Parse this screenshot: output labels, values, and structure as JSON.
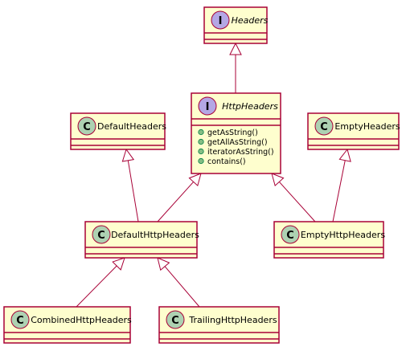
{
  "colors": {
    "box_fill": "#FEFECE",
    "box_border": "#A80036",
    "class_badge": "#ADD1B2",
    "interface_badge": "#B4A7E5",
    "method_dot": "#84BE84",
    "badge_border": "#A80036"
  },
  "classes": [
    {
      "id": "headers",
      "name": "Headers",
      "kind": "interface",
      "badge": "I",
      "methods": []
    },
    {
      "id": "http_headers",
      "name": "HttpHeaders",
      "kind": "interface",
      "badge": "I",
      "methods": [
        "getAsString()",
        "getAllAsString()",
        "iteratorAsString()",
        "contains()"
      ]
    },
    {
      "id": "default_headers",
      "name": "DefaultHeaders",
      "kind": "class",
      "badge": "C",
      "methods": []
    },
    {
      "id": "empty_headers",
      "name": "EmptyHeaders",
      "kind": "class",
      "badge": "C",
      "methods": []
    },
    {
      "id": "default_http_headers",
      "name": "DefaultHttpHeaders",
      "kind": "class",
      "badge": "C",
      "methods": []
    },
    {
      "id": "empty_http_headers",
      "name": "EmptyHttpHeaders",
      "kind": "class",
      "badge": "C",
      "methods": []
    },
    {
      "id": "combined_http_headers",
      "name": "CombinedHttpHeaders",
      "kind": "class",
      "badge": "C",
      "methods": []
    },
    {
      "id": "trailing_http_headers",
      "name": "TrailingHttpHeaders",
      "kind": "class",
      "badge": "C",
      "methods": []
    }
  ],
  "relations": [
    {
      "from": "http_headers",
      "to": "headers",
      "type": "inheritance"
    },
    {
      "from": "default_http_headers",
      "to": "default_headers",
      "type": "inheritance"
    },
    {
      "from": "default_http_headers",
      "to": "http_headers",
      "type": "inheritance"
    },
    {
      "from": "empty_http_headers",
      "to": "http_headers",
      "type": "inheritance"
    },
    {
      "from": "empty_http_headers",
      "to": "empty_headers",
      "type": "inheritance"
    },
    {
      "from": "combined_http_headers",
      "to": "default_http_headers",
      "type": "inheritance"
    },
    {
      "from": "trailing_http_headers",
      "to": "default_http_headers",
      "type": "inheritance"
    }
  ]
}
